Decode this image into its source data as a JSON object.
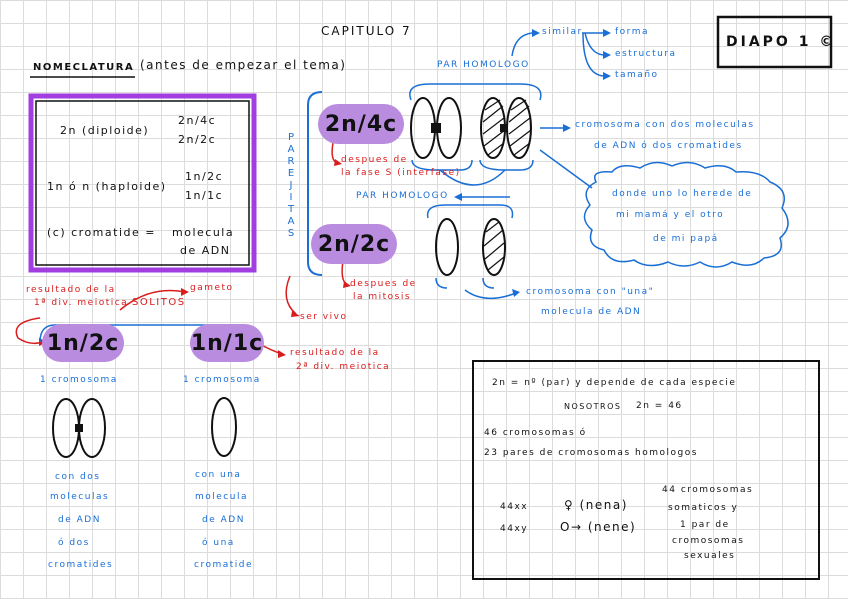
{
  "title": "CAPITULO 7",
  "slide_tag": "DIAPO 1 ©",
  "heading": {
    "main": "NOMECLATURA",
    "note": "(antes de empezar el tema)"
  },
  "purple_box": {
    "row1_label": "2n (diploide)",
    "row1_v1": "2n/4c",
    "row1_v2": "2n/2c",
    "row2_label": "1n ó n (haploide)",
    "row2_v1": "1n/2c",
    "row2_v2": "1n/1c",
    "row3_label": "(c) cromatide = ",
    "row3_v1": "molecula",
    "row3_v2": "de ADN"
  },
  "parejitas": [
    "P",
    "A",
    "R",
    "E",
    "J",
    "I",
    "T",
    "A",
    "S"
  ],
  "chips": {
    "c1": "2n/4c",
    "c2": "2n/2c",
    "c3": "1n/2c",
    "c4": "1n/1c"
  },
  "notes": {
    "after_s1": "despues de",
    "after_s2": "la fase S (interfase)",
    "after_mit1": "despues de",
    "after_mit2": "la mitosis",
    "ser_vivo": "ser vivo",
    "res1a": "resultado de la",
    "res1b": "1ª div. meiotica",
    "gameto": "gameto",
    "solitos": "SOLITOS",
    "res2a": "resultado de la",
    "res2b": "2ª div. meiotica"
  },
  "homologo": {
    "par1": "PAR HOMOLOGO",
    "par2": "PAR HOMOLOGO",
    "similar": "similar",
    "forma": "forma",
    "estructura": "estructura",
    "tamano": "tamaño"
  },
  "right_notes": {
    "dos1": "cromosoma con dos moleculas",
    "dos2": "de ADN ó dos cromatides",
    "mama1": "donde uno lo herede de",
    "mama2": "mi mamá y el otro",
    "mama3": "de mi papá",
    "una1": "cromosoma con \"una\"",
    "una2": "molecula de ADN"
  },
  "left_col": {
    "head": "1 cromosoma",
    "l1": "con dos",
    "l2": "moleculas",
    "l3": "de ADN",
    "l4": "ó dos",
    "l5": "cromatides"
  },
  "mid_col": {
    "head": "1 cromosoma",
    "l1": "con una",
    "l2": "molecula",
    "l3": "de ADN",
    "l4": "ó una",
    "l5": "cromatide"
  },
  "info_box": {
    "line1": "2n = nº (par) y depende de cada especie",
    "line2a": "NOSOTROS",
    "line2b": "2n = 46",
    "line3": "46 cromosomas ó",
    "line4": "23 pares de cromosomas homologos",
    "xx": "44xx",
    "xx_sym": "♀ (nena)",
    "xy": "44xy",
    "xy_sym": "O→ (nene)",
    "r1": "44 cromosomas",
    "r2": "somaticos y",
    "r3": "1 par de",
    "r4": "cromosomas",
    "r5": "sexuales"
  }
}
